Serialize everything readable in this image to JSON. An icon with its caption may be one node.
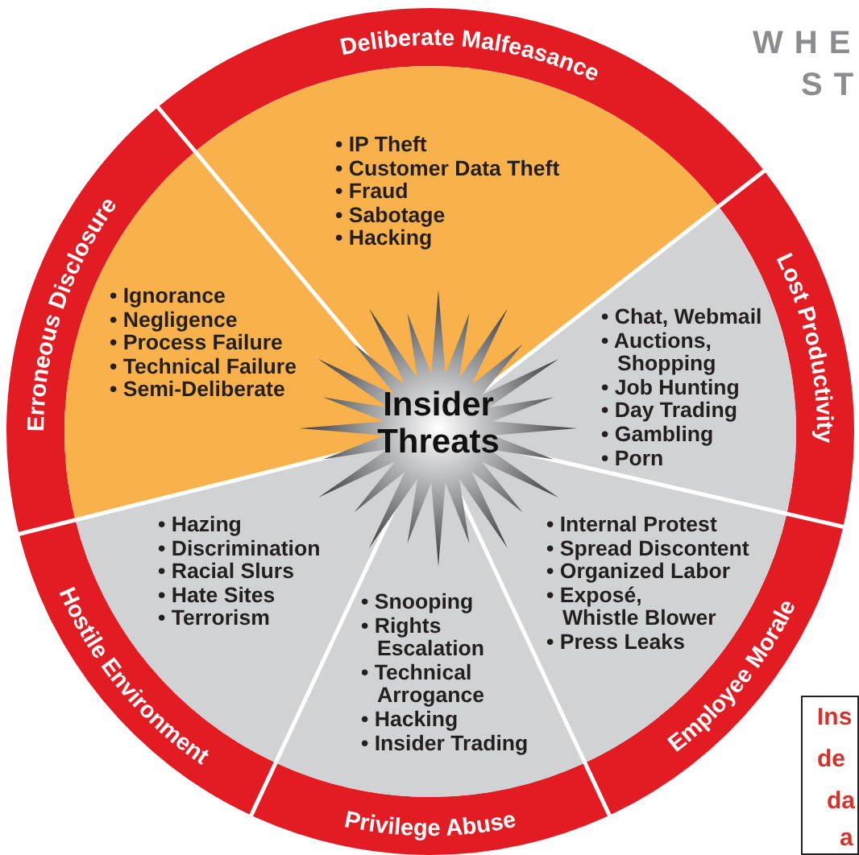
{
  "diagram": {
    "nodes": [
      {
        "text": [
          "Insider Threats"
        ]
      },
      {
        "text": [
          "Deliberate Malfeasance",
          "• IP Theft",
          "• Customer Data Theft",
          "• Fraud",
          "• Sabotage",
          "• Hacking"
        ]
      },
      {
        "text": [
          "Lost Productivity",
          "• Chat, Webmail",
          "• Auctions, Shopping",
          "• Job Hunting",
          "• Day Trading",
          "• Gambling",
          "• Porn"
        ]
      },
      {
        "text": [
          "Employee Morale",
          "• Internal Protest",
          "• Spread Discontent",
          "• Organized Labor",
          "• Exposé, Whistle Blower",
          "• Press Leaks"
        ]
      },
      {
        "text": [
          "Privilege Abuse",
          "• Snooping",
          "• Rights Escalation",
          "• Technical Arrogance",
          "• Hacking",
          "• Insider Trading"
        ]
      },
      {
        "text": [
          "Hostile Environment",
          "• Hazing",
          "• Discrimination",
          "• Racial Slurs",
          "• Hate Sites",
          "• Terrorism"
        ]
      },
      {
        "text": [
          "Erroneous Disclosure",
          "• Ignorance",
          "• Negligence",
          "• Process Failure",
          "• Technical Failure",
          "• Semi-Deliberate"
        ]
      }
    ],
    "labels": [
      "WHE",
      "ST",
      "Ins",
      "de",
      "da",
      "a"
    ]
  }
}
